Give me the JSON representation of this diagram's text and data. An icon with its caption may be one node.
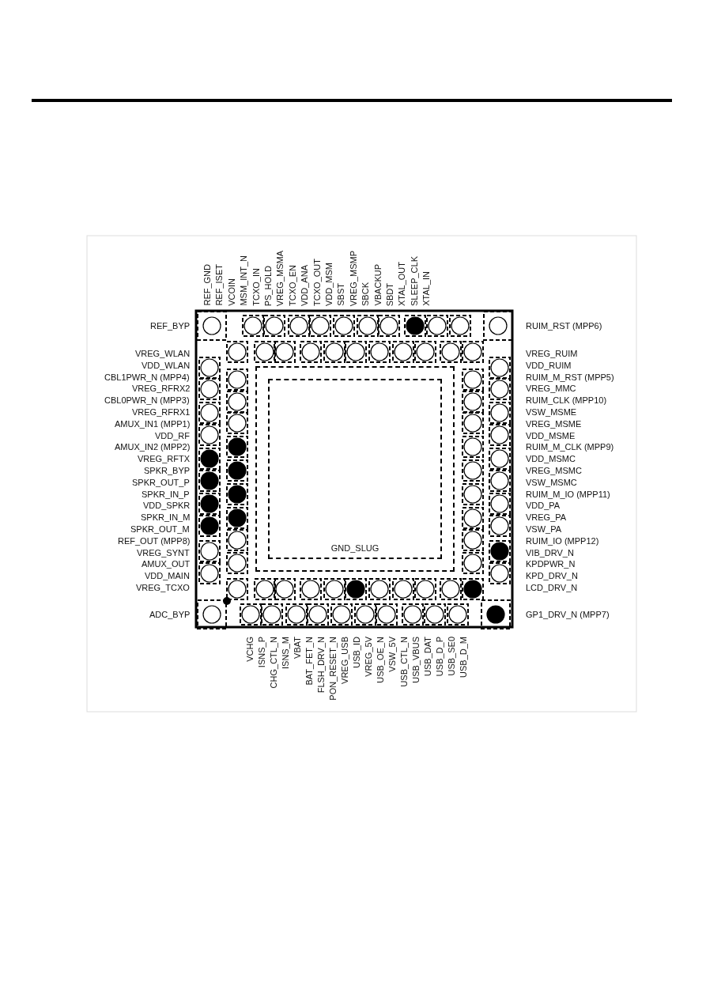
{
  "diagram": {
    "nodes": [
      {
        "text": [
          "GND_SLUG"
        ]
      }
    ],
    "labels": [
      "REF_GND",
      "REF_ISET",
      "VCOIN",
      "MSM_INT_N",
      "TCXO_IN",
      "PS_HOLD",
      "VREG_MSMA",
      "TCXO_EN",
      "VDD_ANA",
      "TCXO_OUT",
      "VDD_MSM",
      "SBST",
      "VREG_MSMP",
      "SBCK",
      "VBACKUP",
      "SBDT",
      "XTAL_OUT",
      "SLEEP_CLK",
      "XTAL_IN",
      "REF_BYP",
      "VREG_WLAN",
      "VDD_WLAN",
      "CBL1PWR_N (MPP4)",
      "VREG_RFRX2",
      "CBL0PWR_N (MPP3)",
      "VREG_RFRX1",
      "AMUX_IN1 (MPP1)",
      "VDD_RF",
      "AMUX_IN2 (MPP2)",
      "VREG_RFTX",
      "SPKR_BYP",
      "SPKR_OUT_P",
      "SPKR_IN_P",
      "VDD_SPKR",
      "SPKR_IN_M",
      "SPKR_OUT_M",
      "REF_OUT (MPP8)",
      "VREG_SYNT",
      "AMUX_OUT",
      "VDD_MAIN",
      "VREG_TCXO",
      "ADC_BYP",
      "RUIM_RST (MPP6)",
      "VREG_RUIM",
      "VDD_RUIM",
      "RUIM_M_RST (MPP5)",
      "VREG_MMC",
      "RUIM_CLK (MPP10)",
      "VSW_MSME",
      "VREG_MSME",
      "VDD_MSME",
      "RUIM_M_CLK (MPP9)",
      "VDD_MSMC",
      "VREG_MSMC",
      "VSW_MSMC",
      "RUIM_M_IO (MPP11)",
      "VDD_PA",
      "VREG_PA",
      "VSW_PA",
      "RUIM_IO (MPP12)",
      "VIB_DRV_N",
      "KPDPWR_N",
      "KPD_DRV_N",
      "LCD_DRV_N",
      "GP1_DRV_N (MPP7)",
      "VCHG",
      "ISNS_P",
      "CHG_CTL_N",
      "ISNS_M",
      "VBAT",
      "BAT_FET_N",
      "FLSH_DRV_N",
      "PON_RESET_N",
      "VREG_USB",
      "USB_ID",
      "VREG_5V",
      "USB_OE_N",
      "VSW_5V",
      "USB_CTL_N",
      "USB_VBUS",
      "USB_DAT",
      "USB_D_P",
      "USB_SE0",
      "USB_D_M"
    ]
  }
}
